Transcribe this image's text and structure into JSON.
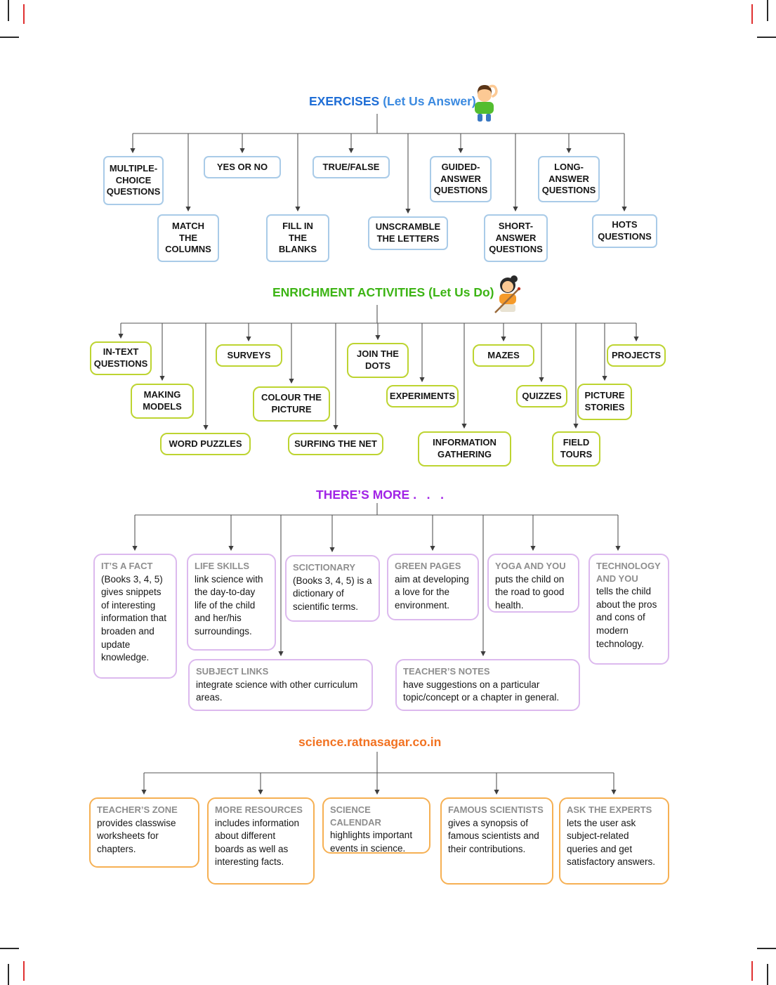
{
  "exercises": {
    "title": "EXERCISES",
    "subtitle": "(Let Us Answer)",
    "boxes": [
      {
        "label": "MULTIPLE-\nCHOICE\nQUESTIONS"
      },
      {
        "label": "YES OR NO"
      },
      {
        "label": "TRUE/FALSE"
      },
      {
        "label": "GUIDED-\nANSWER\nQUESTIONS"
      },
      {
        "label": "LONG-\nANSWER\nQUESTIONS"
      },
      {
        "label": "MATCH\nTHE\nCOLUMNS"
      },
      {
        "label": "FILL IN\nTHE\nBLANKS"
      },
      {
        "label": "UNSCRAMBLE\nTHE LETTERS"
      },
      {
        "label": "SHORT-\nANSWER\nQUESTIONS"
      },
      {
        "label": "HOTS\nQUESTIONS"
      }
    ]
  },
  "enrichment": {
    "title": "ENRICHMENT ACTIVITIES",
    "subtitle": "(Let Us Do)",
    "boxes": [
      {
        "label": "IN-TEXT\nQUESTIONS"
      },
      {
        "label": "SURVEYS"
      },
      {
        "label": "JOIN THE\nDOTS"
      },
      {
        "label": "MAZES"
      },
      {
        "label": "PROJECTS"
      },
      {
        "label": "MAKING\nMODELS"
      },
      {
        "label": "COLOUR THE\nPICTURE"
      },
      {
        "label": "EXPERIMENTS"
      },
      {
        "label": "QUIZZES"
      },
      {
        "label": "PICTURE\nSTORIES"
      },
      {
        "label": "WORD PUZZLES"
      },
      {
        "label": "SURFING THE NET"
      },
      {
        "label": "INFORMATION\nGATHERING"
      },
      {
        "label": "FIELD\nTOURS"
      }
    ]
  },
  "more": {
    "title": "THERE’S MORE",
    "dots": ".   .   .",
    "boxes": [
      {
        "title": "IT’S A FACT",
        "text": "(Books 3, 4, 5) gives snippets of interesting information that broaden and update knowledge."
      },
      {
        "title": "LIFE SKILLS",
        "text": "link science with the day-to-day life of the child and her/his surroundings."
      },
      {
        "title": "SCICTIONARY",
        "text": "(Books 3, 4, 5) is a dictionary of scientific terms."
      },
      {
        "title": "GREEN PAGES",
        "text": "aim at developing a love for the environment."
      },
      {
        "title": "YOGA AND YOU",
        "text": "puts the child on the road to good health."
      },
      {
        "title": "TECHNOLOGY AND YOU",
        "text": "tells the child about the pros and cons of modern technology."
      },
      {
        "title": "SUBJECT LINKS",
        "text": "integrate science with other curriculum areas."
      },
      {
        "title": "TEACHER’S NOTES",
        "text": "have suggestions on a particular topic/concept or a chapter in general."
      }
    ]
  },
  "website": {
    "title": "science.ratnasagar.co.in",
    "boxes": [
      {
        "title": "TEACHER’S ZONE",
        "text": "provides classwise worksheets for chapters."
      },
      {
        "title": "MORE RESOURCES",
        "text": "includes information about different boards as well as interesting facts."
      },
      {
        "title": "SCIENCE CALENDAR",
        "text": "highlights important events in science."
      },
      {
        "title": "FAMOUS SCIENTISTS",
        "text": "gives a synopsis of famous scientists and their contributions."
      },
      {
        "title": "ASK THE EXPERTS",
        "text": "lets the user ask subject-related queries and get satisfactory answers."
      }
    ]
  },
  "colors": {
    "exercises_heading": "#1f6ed6",
    "exercises_border": "#a9cbe8",
    "enrichment_heading": "#3cb414",
    "enrichment_border": "#bdd431",
    "more_heading": "#a123e6",
    "more_border": "#dcb9ee",
    "card_title_gray": "#8e8e8e",
    "website_heading": "#f27221",
    "website_border": "#f6b053",
    "connector": "#555555"
  }
}
